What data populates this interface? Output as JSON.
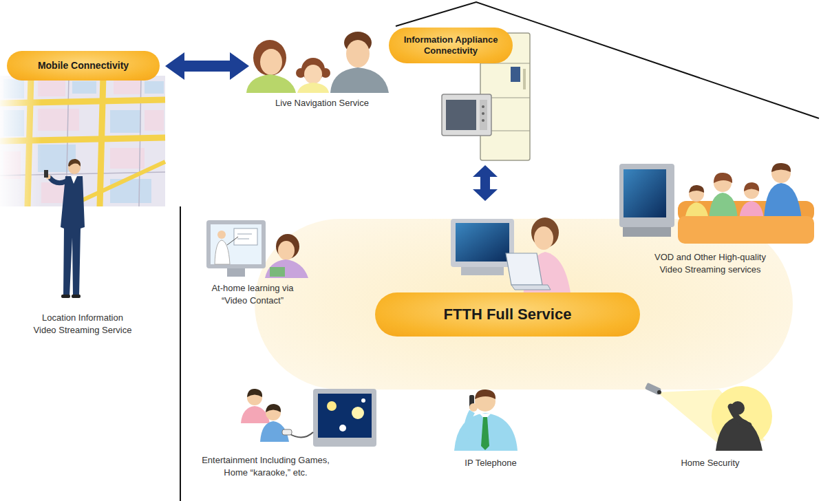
{
  "diagram": {
    "nodes": [
      {
        "text": [
          "Mobile Connectivity"
        ]
      },
      {
        "text": [
          "Information Appliance Connectivity"
        ]
      },
      {
        "text": [
          "FTTH Full Service"
        ]
      }
    ],
    "labels": [
      "Live Navigation Service",
      "Location Information Video Streaming Service",
      "At-home learning via “Video Contact”",
      "VOD and Other High-quality Video Streaming services",
      "Entertainment Including Games, Home “karaoke,” etc.",
      "IP Telephone",
      "Home Security"
    ]
  }
}
